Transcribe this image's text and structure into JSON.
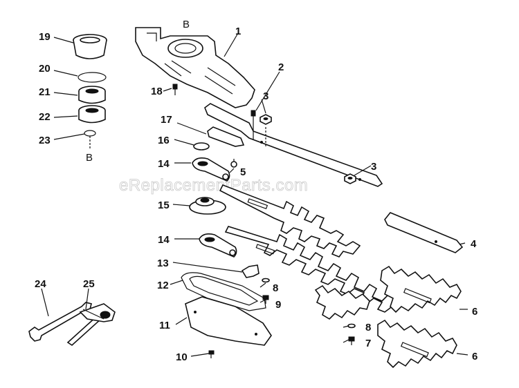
{
  "watermark": "eReplacementParts.com",
  "labels": {
    "p1": "1",
    "p2": "2",
    "p3a": "3",
    "p3b": "3",
    "p4": "4",
    "p5": "5",
    "p6a": "6",
    "p6b": "6",
    "p7": "7",
    "p8a": "8",
    "p8b": "8",
    "p9": "9",
    "p10": "10",
    "p11": "11",
    "p12": "12",
    "p13": "13",
    "p14a": "14",
    "p14b": "14",
    "p15": "15",
    "p16": "16",
    "p17": "17",
    "p18": "18",
    "p19": "19",
    "p20": "20",
    "p21": "21",
    "p22": "22",
    "p23": "23",
    "p24": "24",
    "p25": "25",
    "refTop": "B",
    "refBottom": "B"
  }
}
